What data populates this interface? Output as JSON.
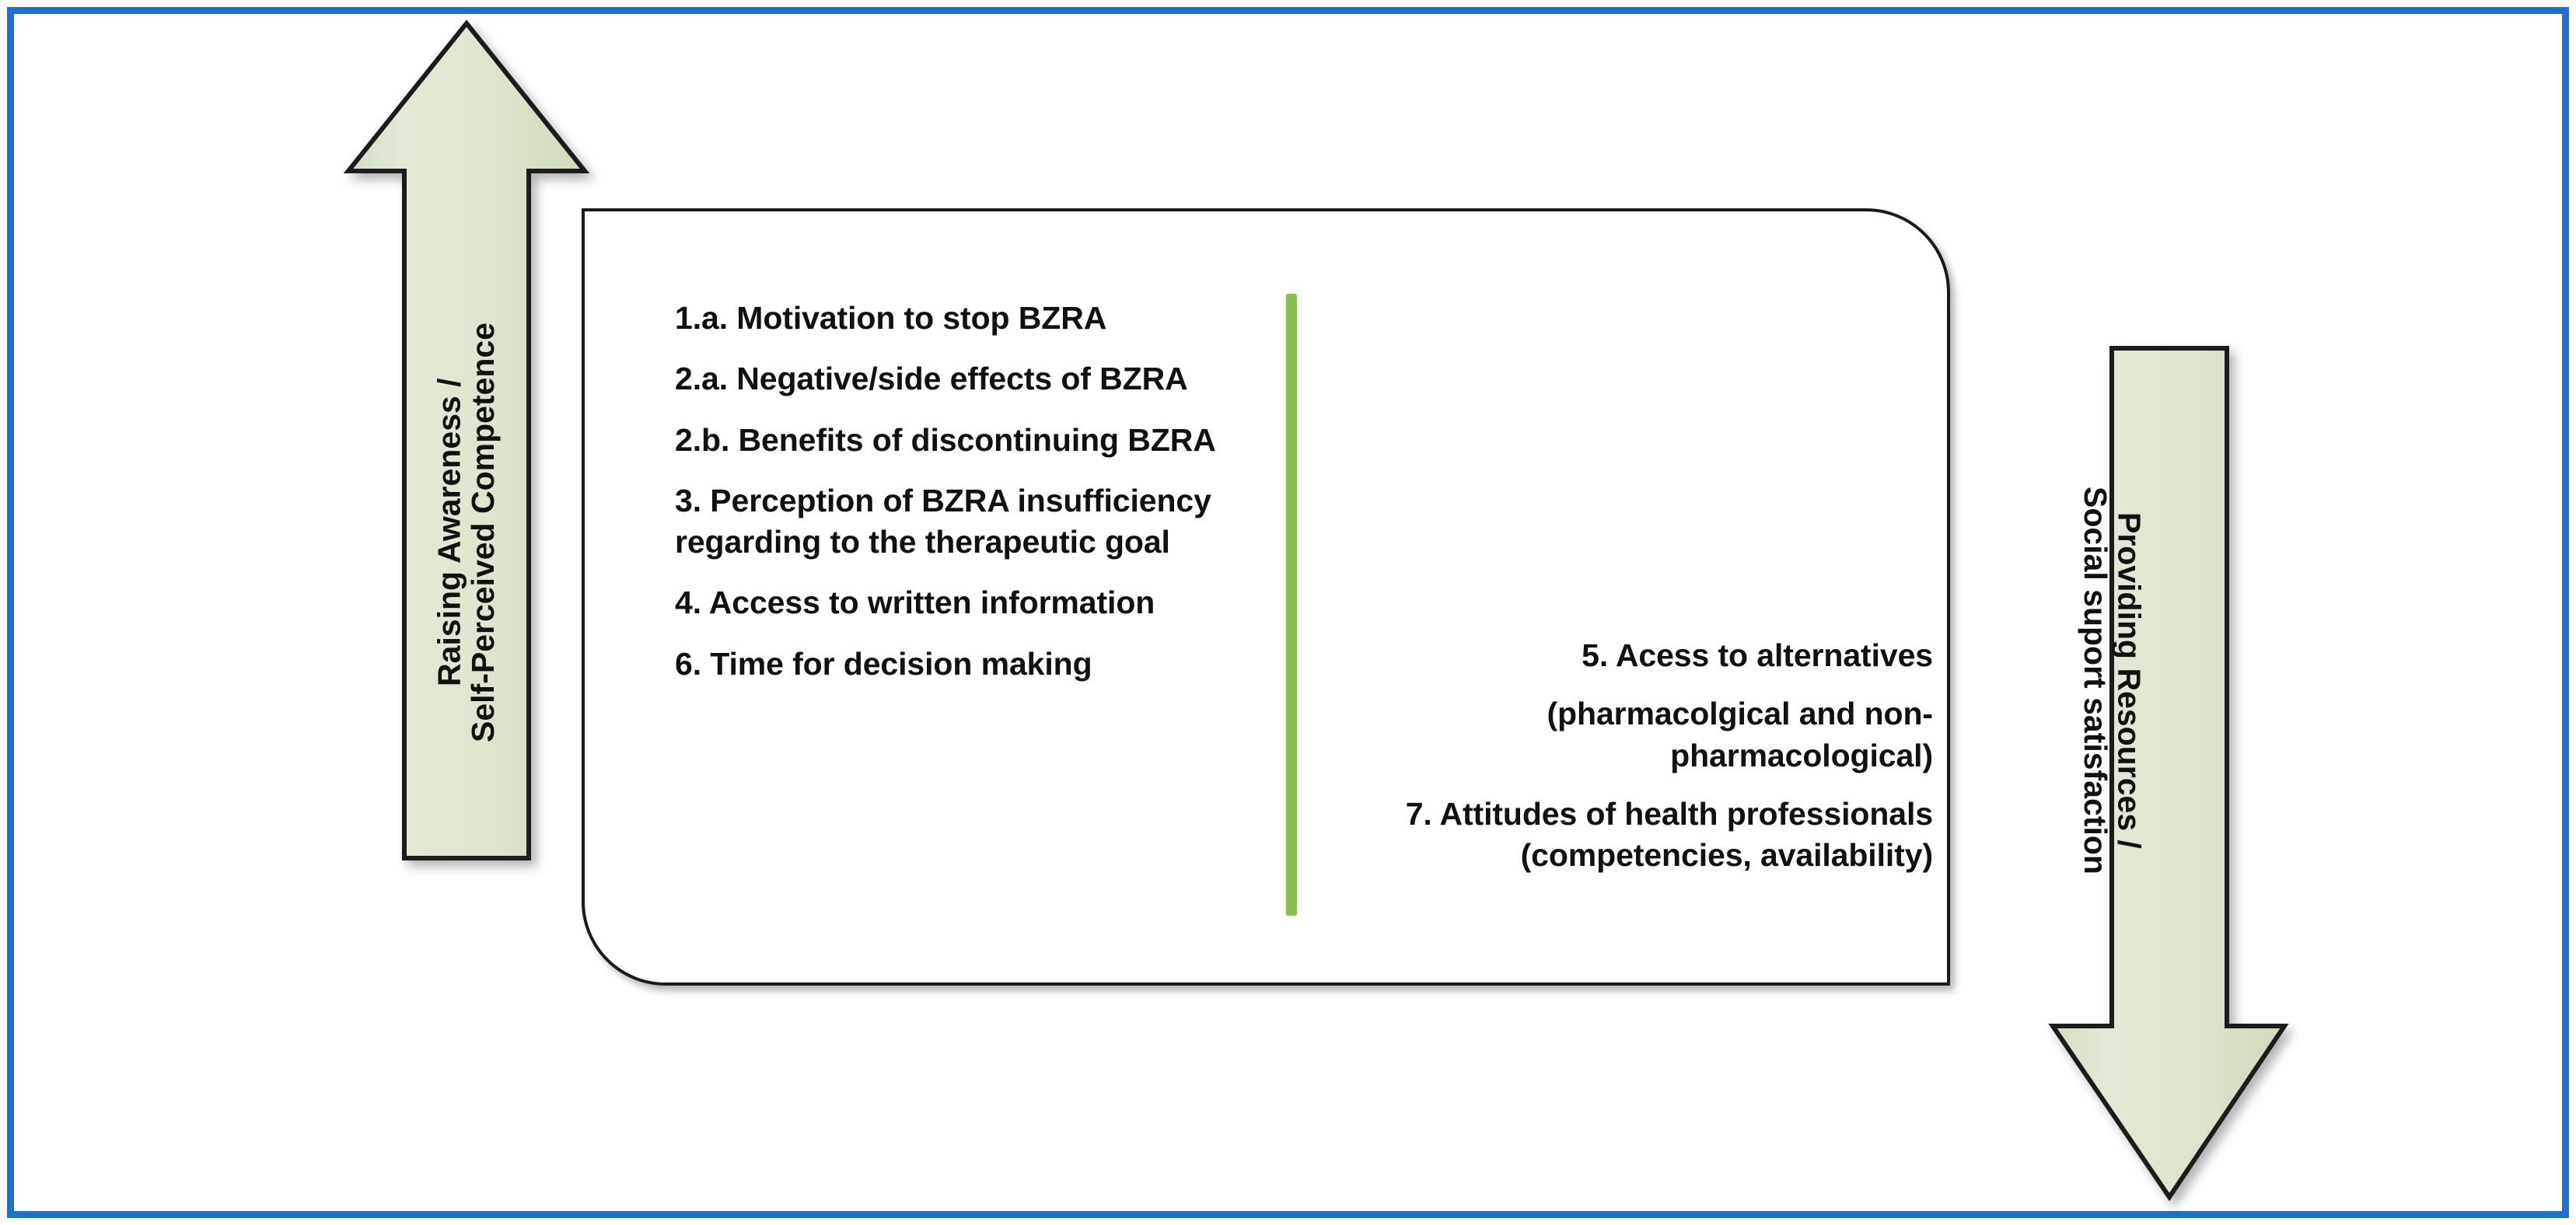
{
  "figure": {
    "title": "BZRA deprescribing facilitators framework",
    "frame_color": "#1f72c8",
    "arrow_fill": "#dde5ce",
    "arrow_stroke": "#1a1a1a",
    "divider_color": "#8cbf52",
    "box_border_color": "#1a1a1a",
    "text_color": "#111111"
  },
  "left_arrow": {
    "direction": "up",
    "label_line_1": "Raising Awareness /",
    "label_line_2": "Self-Perceived Competence"
  },
  "right_arrow": {
    "direction": "down",
    "label_line_1": "Providing Resources /",
    "label_line_2": "Social suport satisfaction"
  },
  "left_column": {
    "items": [
      "1.a. Motivation to stop BZRA",
      "2.a. Negative/side effects of BZRA",
      "2.b. Benefits of discontinuing BZRA",
      "3. Perception of BZRA insufficiency regarding to the therapeutic goal",
      "4. Access to written information",
      "6. Time for decision making"
    ]
  },
  "right_column": {
    "items": [
      "5. Acess to alternatives",
      "(pharmacolgical and non-pharmacological)",
      "7. Attitudes of health professionals",
      "(competencies, availability)"
    ]
  }
}
